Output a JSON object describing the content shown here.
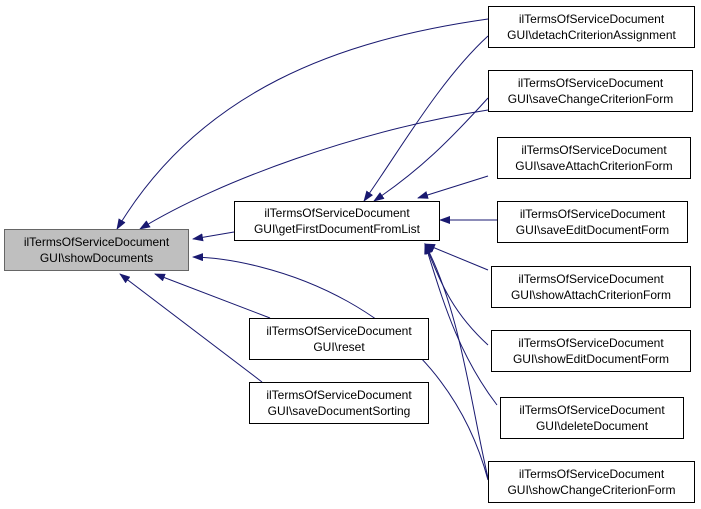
{
  "colors": {
    "edge": "#191970",
    "focus_fill": "#bfbfbf",
    "node_border": "#000000"
  },
  "nodes": {
    "show_documents": {
      "line1": "ilTermsOfServiceDocument",
      "line2": "GUI\\showDocuments"
    },
    "get_first_document": {
      "line1": "ilTermsOfServiceDocument",
      "line2": "GUI\\getFirstDocumentFromList"
    },
    "reset": {
      "line1": "ilTermsOfServiceDocument",
      "line2": "GUI\\reset"
    },
    "save_document_sorting": {
      "line1": "ilTermsOfServiceDocument",
      "line2": "GUI\\saveDocumentSorting"
    },
    "detach_criterion": {
      "line1": "ilTermsOfServiceDocument",
      "line2": "GUI\\detachCriterionAssignment"
    },
    "save_change_criterion": {
      "line1": "ilTermsOfServiceDocument",
      "line2": "GUI\\saveChangeCriterionForm"
    },
    "save_attach_criterion": {
      "line1": "ilTermsOfServiceDocument",
      "line2": "GUI\\saveAttachCriterionForm"
    },
    "save_edit_document": {
      "line1": "ilTermsOfServiceDocument",
      "line2": "GUI\\saveEditDocumentForm"
    },
    "show_attach_criterion": {
      "line1": "ilTermsOfServiceDocument",
      "line2": "GUI\\showAttachCriterionForm"
    },
    "show_edit_document": {
      "line1": "ilTermsOfServiceDocument",
      "line2": "GUI\\showEditDocumentForm"
    },
    "delete_document": {
      "line1": "ilTermsOfServiceDocument",
      "line2": "GUI\\deleteDocument"
    },
    "show_change_criterion": {
      "line1": "ilTermsOfServiceDocument",
      "line2": "GUI\\showChangeCriterionForm"
    }
  }
}
